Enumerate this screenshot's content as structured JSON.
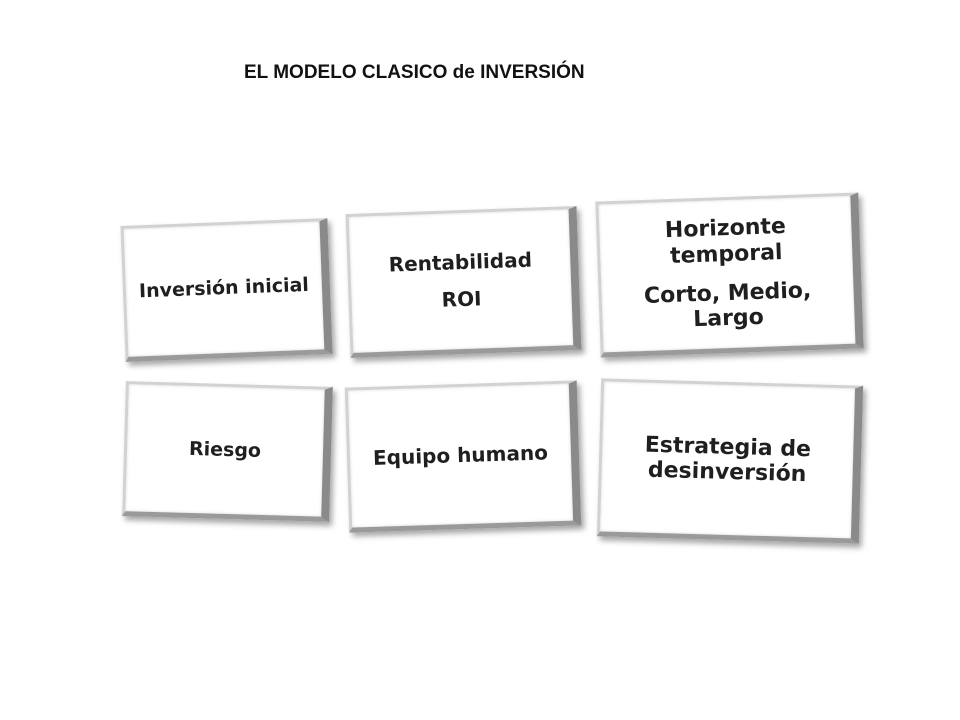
{
  "title": "EL MODELO CLASICO de INVERSIÓN",
  "cards": [
    {
      "label": "Inversión inicial"
    },
    {
      "label": "Rentabilidad",
      "sub": "ROI"
    },
    {
      "label": "Horizonte temporal",
      "sub": "Corto, Medio, Largo"
    },
    {
      "label": "Riesgo"
    },
    {
      "label": "Equipo humano"
    },
    {
      "label": "Estrategia de desinversión"
    }
  ]
}
